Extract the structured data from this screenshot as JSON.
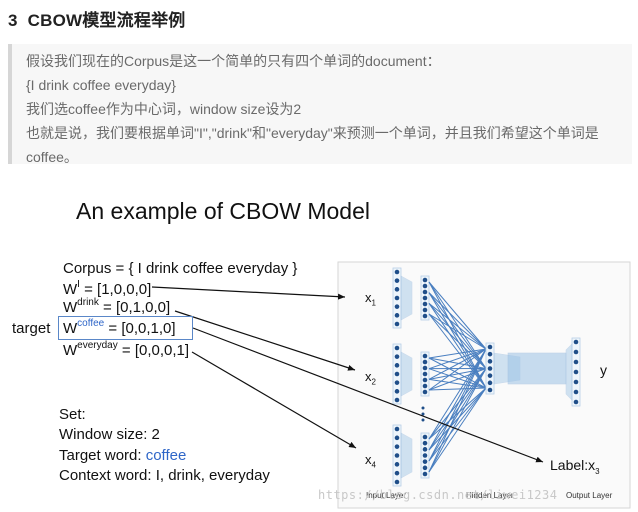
{
  "heading": {
    "number": "3",
    "title": "CBOW模型流程举例"
  },
  "quote_lines": [
    "假设我们现在的Corpus是这一个简单的只有四个单词的document：",
    "{I drink coffee everyday}",
    "我们选coffee作为中心词，window size设为2",
    "也就是说，我们要根据单词\"I\",\"drink\"和\"everyday\"来预测一个单词，并且我们希望这个单词是",
    "coffee。"
  ],
  "slide": {
    "title": "An example of CBOW Model",
    "corpus": "Corpus = { I drink coffee everyday }",
    "w_I": {
      "base": "W",
      "sup": "I",
      "rest": " = [1,0,0,0]"
    },
    "w_drink": {
      "base": "W",
      "sup": "drink",
      "rest": " = [0,1,0,0]"
    },
    "w_coffee": {
      "base": "W",
      "sup": "coffee",
      "rest": " = [0,0,1,0]"
    },
    "w_everyday": {
      "base": "W",
      "sup": "everyday",
      "rest": " = [0,0,0,1]"
    },
    "target_label": "target",
    "set_label": "Set:",
    "window_size": "Window size: 2",
    "target_word_prefix": "Target word: ",
    "target_word": "coffee",
    "context_word": "Context word: I, drink, everyday",
    "x1": {
      "base": "x",
      "sub": "1"
    },
    "x2": {
      "base": "x",
      "sub": "2"
    },
    "x4": {
      "base": "x",
      "sub": "4"
    },
    "y": "y",
    "label": {
      "base": "Label:x",
      "sub": "3"
    },
    "input_layer": "Input Layer",
    "hidden_layer": "Hidden Layer",
    "output_layer": "Output Layer"
  },
  "watermark": "https://blog.csdn.net/liwei1234",
  "colors": {
    "accent_blue": "#2e66c8",
    "box_border": "#5a87c8",
    "node_blue": "#9cc3e6",
    "node_dark": "#1f4e89"
  }
}
